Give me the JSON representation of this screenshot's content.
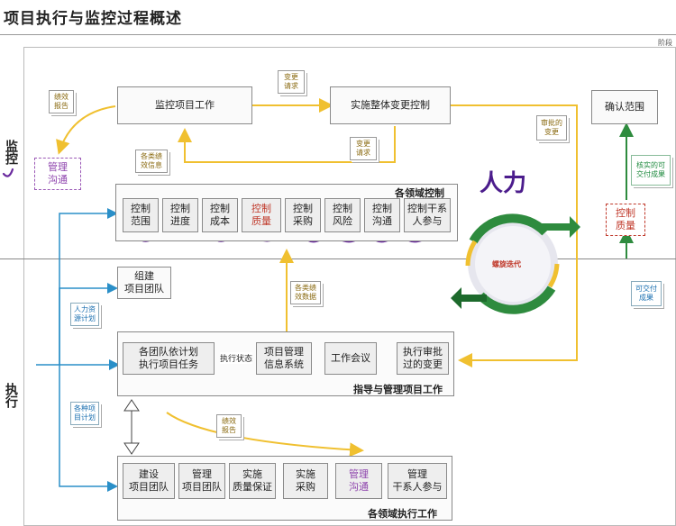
{
  "title": "项目执行与监控过程概述",
  "stage_label": "阶段",
  "lanes": {
    "monitor": "监控",
    "execute": "执行"
  },
  "handwriting": "人力",
  "monitor": {
    "monitor_work": "监控项目工作",
    "change_control": "实施整体变更控制",
    "confirm_scope": "确认范围",
    "perf_report": "绩效\n报告",
    "change_request_top": "变更\n请求",
    "change_request_mid": "变更\n请求",
    "perf_info": "各类绩\n效信息",
    "approved_change": "审批的\n变更",
    "manage_comm": "管理\n沟通",
    "verified_deliverables": "核实的可\n交付成果",
    "control_quality": "控制\n质量",
    "domain_control_label": "各领域控制",
    "controls": [
      {
        "label": "控制\n范围",
        "style": "normal"
      },
      {
        "label": "控制\n进度",
        "style": "normal"
      },
      {
        "label": "控制\n成本",
        "style": "normal"
      },
      {
        "label": "控制\n质量",
        "style": "red"
      },
      {
        "label": "控制\n采购",
        "style": "normal"
      },
      {
        "label": "控制\n风险",
        "style": "normal"
      },
      {
        "label": "控制\n沟通",
        "style": "normal"
      },
      {
        "label": "控制干系\n人参与",
        "style": "normal"
      }
    ]
  },
  "helix": "螺旋迭代",
  "execute": {
    "build_team": "组建\n项目团队",
    "hr_plan": "人力资\n源计划",
    "perf_data": "各类绩\n效数据",
    "deliverables": "可交付\n成果",
    "direct_label": "指导与管理项目工作",
    "team_tasks": "各团队依计划\n执行项目任务",
    "exec_status": "执行状态",
    "pmis": "项目管理\n信息系统",
    "work_meeting": "工作会议",
    "execute_approved": "执行审批\n过的变更",
    "various_plans": "各种项\n目计划",
    "perf_report_low": "绩效\n报告",
    "domain_exec_label": "各领域执行工作",
    "exec_items": [
      {
        "label": "建设\n项目团队",
        "style": "normal"
      },
      {
        "label": "管理\n项目团队",
        "style": "normal"
      },
      {
        "label": "实施\n质量保证",
        "style": "normal"
      },
      {
        "label": "实施\n采购",
        "style": "normal"
      },
      {
        "label": "管理\n沟通",
        "style": "purple"
      },
      {
        "label": "管理\n干系人参与",
        "style": "normal"
      }
    ]
  }
}
